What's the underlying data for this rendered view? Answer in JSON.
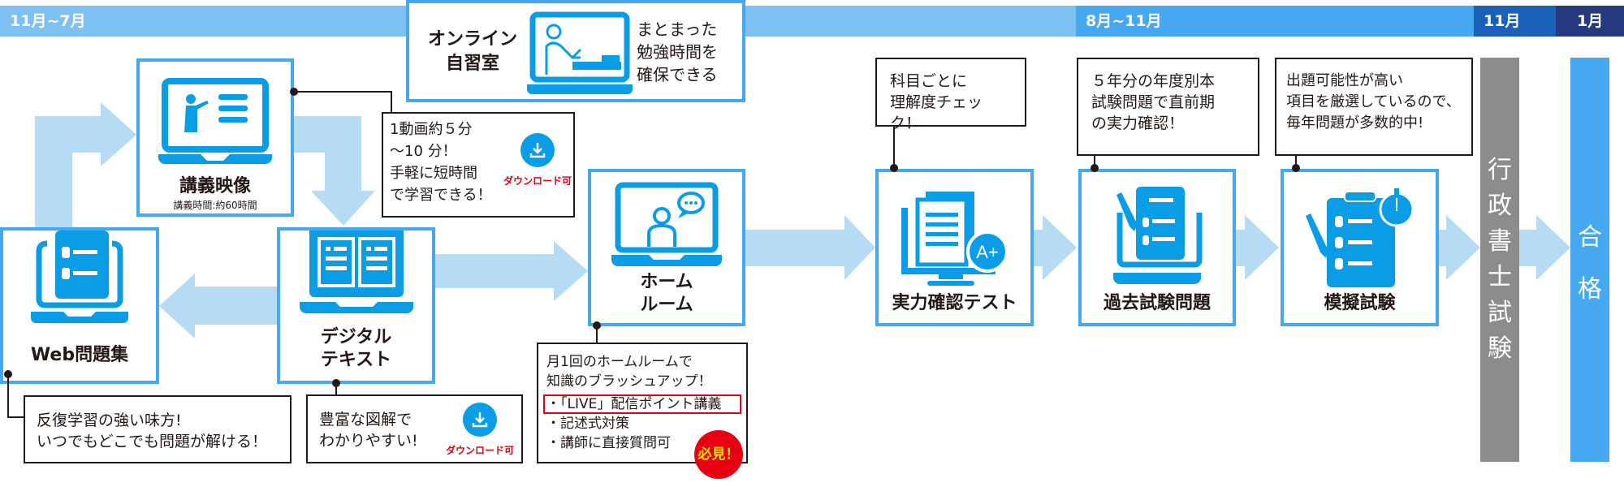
{
  "timeline": [
    {
      "label": "11月~7月",
      "color": "#7dc1f3"
    },
    {
      "label": "8月~11月",
      "color": "#45a8f0"
    },
    {
      "label": "11月",
      "color": "#1a5fb8"
    },
    {
      "label": "1月",
      "color": "#253a7e"
    }
  ],
  "online": {
    "title": [
      "オンライン",
      "自習室"
    ],
    "desc": [
      "まとまった",
      "勉強時間を",
      "確保できる"
    ],
    "icon": "person-studying-at-desk-icon"
  },
  "nodes": {
    "lecture": {
      "label": "講義映像",
      "sub": "講義時間:約60時間",
      "icon": "teacher-presentation-icon"
    },
    "web": {
      "label": "Web問題集",
      "icon": "tablet-checklist-icon"
    },
    "digital": {
      "label": [
        "デジタル",
        "テキスト"
      ],
      "icon": "open-book-icon"
    },
    "homeroom": {
      "label": [
        "ホーム",
        "ルーム"
      ],
      "icon": "video-chat-icon"
    },
    "test": {
      "label": "実力確認テスト",
      "icon": "monitor-grade-a-plus-icon"
    },
    "past": {
      "label": "過去試験問題",
      "icon": "checklist-pencil-icon"
    },
    "mock": {
      "label": "模擬試験",
      "icon": "clipboard-stopwatch-icon"
    }
  },
  "callouts": {
    "lecture": [
      "1動画約５分",
      "～10 分！",
      "手軽に短時間",
      "で学習できる！"
    ],
    "web": [
      "反復学習の強い味方!",
      "いつでもどこでも問題が解ける！"
    ],
    "digital": [
      "豊富な図解で",
      "わかりやすい!"
    ],
    "homeroom": {
      "lines": [
        "月1回のホームルームで",
        "知識のブラッシュアップ！"
      ],
      "bullets": [
        "・「LIVE」配信ポイント講義",
        "・記述式対策",
        "・講師に直接質問可"
      ],
      "badge": "必見！"
    },
    "test": [
      "科目ごとに",
      "理解度チェック！"
    ],
    "past": [
      "５年分の年度別本",
      "試験問題で直前期",
      "の実力確認！"
    ],
    "mock": [
      "出題可能性が高い",
      "項目を厳選しているので、",
      "毎年問題が多数的中!"
    ]
  },
  "download_label": "ダウンロード可",
  "exam": {
    "label": "行政書士試験",
    "color": "#8c8c8c"
  },
  "pass": {
    "label": "合格",
    "color": "#45a8f0"
  },
  "colors": {
    "accent": "#45a8f0",
    "icon": "#0a9de6",
    "arrow": "#b5dbf5",
    "badge": "#e60012"
  }
}
